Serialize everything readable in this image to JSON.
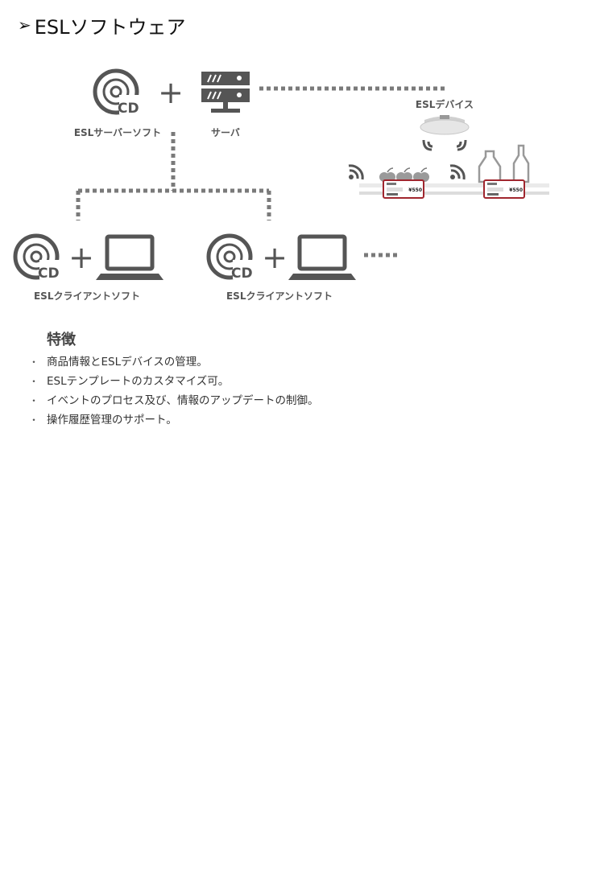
{
  "title": "ESLソフトウェア",
  "title_marker": "➢",
  "diagram": {
    "server_soft_label": "ESLサーバーソフト",
    "server_label": "サーバ",
    "device_label": "ESLデバイス",
    "client_soft_labels": [
      "ESLクライアントソフト",
      "ESLクライアントソフト"
    ],
    "cd_text": "CD",
    "tag_price": "¥550",
    "colors": {
      "icon": "#555555",
      "dotted_line": "#7a7a7a",
      "tag_border": "#a0262e"
    }
  },
  "features": {
    "title": "特徴",
    "items": [
      "商品情報とESLデバイスの管理。",
      "ESLテンプレートのカスタマイズ可。",
      "イベントのプロセス及び、情報のアップデートの制御。",
      "操作履歴管理のサポート。"
    ]
  }
}
